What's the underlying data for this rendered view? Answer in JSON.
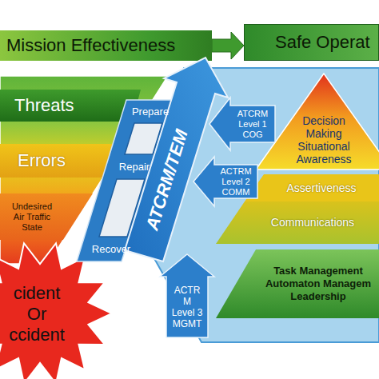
{
  "diagram": {
    "nodes": [
      {
        "text": [
          "Mission Effectiveness"
        ]
      },
      {
        "text": [
          "Safe Operat"
        ]
      },
      {
        "text": [
          "Threats"
        ]
      },
      {
        "text": [
          "Errors"
        ]
      },
      {
        "text": [
          "Undesired Air Traffic State"
        ]
      },
      {
        "text": [
          "cident Or ccident"
        ]
      },
      {
        "text": [
          "ATCRM/TEM"
        ]
      },
      {
        "text": [
          "Prepare"
        ],
        "in": 6
      },
      {
        "text": [
          "Repair"
        ],
        "in": 6
      },
      {
        "text": [
          "Recover"
        ],
        "in": 6
      },
      {
        "text": [
          "Decision Making Situational Awareness"
        ]
      },
      {
        "text": [
          "Assertiveness"
        ]
      },
      {
        "text": [
          "Communications"
        ]
      },
      {
        "text": [
          "Task Management",
          "Automaton Managem",
          "Leadership"
        ]
      },
      {
        "text": [
          "ATCRM Level 1 COG"
        ]
      },
      {
        "text": [
          "ACTRM Level 2 COMM"
        ]
      },
      {
        "text": [
          "ACTR M Level 3 MGMT"
        ]
      }
    ],
    "edges": [
      {
        "from": 0,
        "to": 1,
        "arrow": "to"
      }
    ]
  }
}
